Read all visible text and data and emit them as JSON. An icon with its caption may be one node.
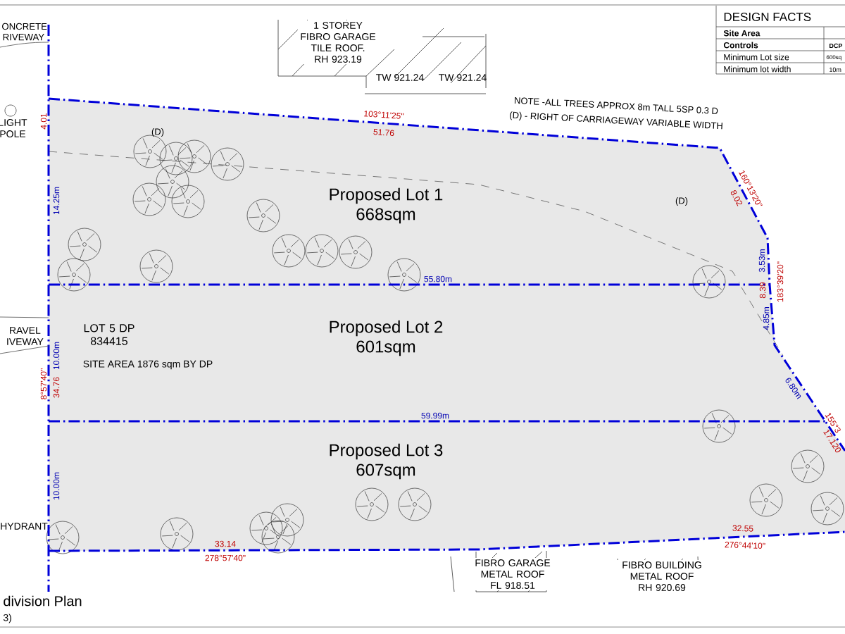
{
  "diagram": {
    "title": "division Plan",
    "nodes": [
      {
        "text": [
          "Proposed Lot 1",
          "668sqm"
        ]
      },
      {
        "text": [
          "Proposed Lot 2",
          "601sqm"
        ]
      },
      {
        "text": [
          "Proposed Lot 3",
          "607sqm"
        ]
      },
      {
        "text": [
          "1 STOREY FIBRO GARAGE TILE ROOF. RH 923.19"
        ]
      },
      {
        "text": [
          "FIBRO GARAGE METAL ROOF FL 918.51"
        ]
      },
      {
        "text": [
          "FIBRO BUILDING METAL ROOF RH 920.69"
        ]
      }
    ],
    "labels": [
      "ONCRETE RIVEWAY",
      "TW 921.24",
      "TW 921.24",
      "DESIGN FACTS",
      "Site Area",
      "Controls",
      "DCP",
      "Minimum Lot size",
      "600sq",
      "Minimum lot width",
      "10m",
      "LIGHT POLE",
      "4.01",
      "103°11'25\"",
      "51.76",
      "NOTE -ALL TREES APPROX 8m TALL 5SP 0.3 D",
      "(D) - RIGHT OF CARRIAGEWAY VARIABLE WIDTH",
      "(D)",
      "14.25m",
      "160°13'20\"",
      "8.02",
      "(D)",
      "55.80m",
      "3.53m",
      "8.39",
      "183°39'20\"",
      "RAVEL IVEWAY",
      "LOT 5 DP 834415",
      "4.85m",
      "10.00m",
      "SITE AREA 1876 sqm BY DP",
      "8°57'40\"",
      "34.76",
      "6.80m",
      "59.99m",
      "155°3",
      "17.120",
      "10.00m",
      "HYDRANT",
      "33.14",
      "278°57'40\"",
      "32.55",
      "276°44'10\"",
      "3)"
    ]
  }
}
